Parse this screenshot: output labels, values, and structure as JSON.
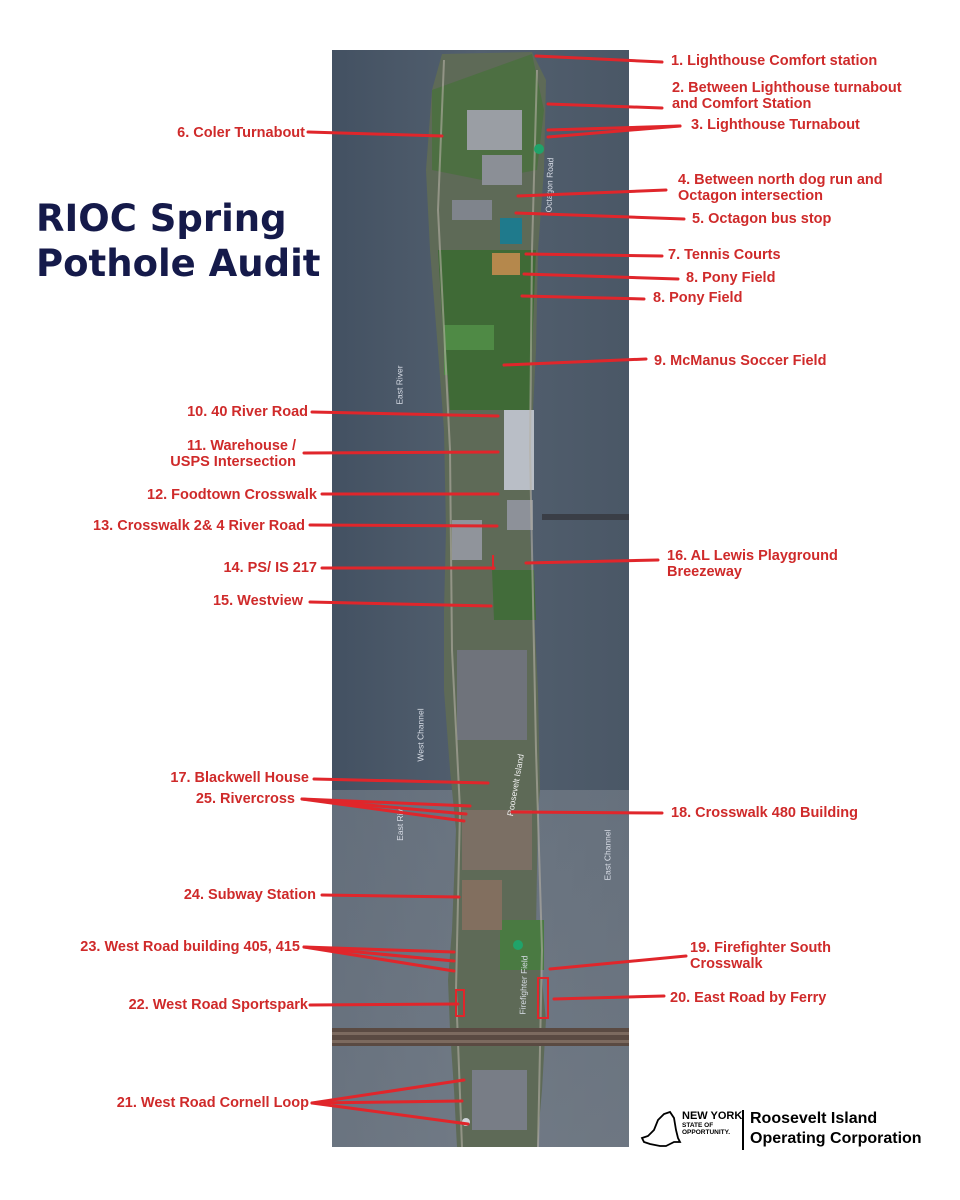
{
  "title": {
    "line1": "RIOC Spring",
    "line2": "Pothole Audit"
  },
  "map_labels": {
    "east_river": "East River",
    "west_channel": "West Channel",
    "east_channel": "East Channel",
    "east_river_lower": "East Riv",
    "roosevelt_island": "Roosevelt Island",
    "octagon_road": "Octagon Road",
    "firefighter_field": "Firefighter Field"
  },
  "points": [
    {
      "label": "1. Lighthouse Comfort station"
    },
    {
      "label": "2. Between Lighthouse turnabout",
      "label2": "and Comfort Station"
    },
    {
      "label": "3. Lighthouse Turnabout"
    },
    {
      "label": "4. Between north dog run and",
      "label2": "Octagon intersection"
    },
    {
      "label": "5. Octagon bus stop"
    },
    {
      "label": "6. Coler Turnabout"
    },
    {
      "label": "7. Tennis Courts"
    },
    {
      "label": "8. Pony Field"
    },
    {
      "label": "8. Pony Field"
    },
    {
      "label": "9. McManus Soccer Field"
    },
    {
      "label": "10. 40 River Road"
    },
    {
      "label": "11. Warehouse /",
      "label2": "USPS Intersection"
    },
    {
      "label": "12. Foodtown Crosswalk"
    },
    {
      "label": "13. Crosswalk 2& 4 River Road"
    },
    {
      "label": "14. PS/ IS 217"
    },
    {
      "label": "15. Westview"
    },
    {
      "label": "16. AL Lewis Playground",
      "label2": "Breezeway"
    },
    {
      "label": "17. Blackwell House"
    },
    {
      "label": "25. Rivercross"
    },
    {
      "label": "18. Crosswalk 480 Building"
    },
    {
      "label": "24. Subway Station"
    },
    {
      "label": "23. West Road building 405, 415"
    },
    {
      "label": "19. Firefighter South",
      "label2": "Crosswalk"
    },
    {
      "label": "22. West Road Sportspark"
    },
    {
      "label": "20. East Road by Ferry"
    },
    {
      "label": "21. West Road Cornell Loop"
    }
  ],
  "logo": {
    "state_line1": "NEW YORK",
    "state_line2": "STATE OF",
    "state_line3": "OPPORTUNITY.",
    "org_line1": "Roosevelt Island",
    "org_line2": "Operating Corporation"
  },
  "colors": {
    "title": "#151a4a",
    "label": "#cf2a2a",
    "leader": "#e0262b",
    "water": "#4b5867",
    "island_park": "#3d6b3a",
    "buildings": "#8d8f95"
  }
}
